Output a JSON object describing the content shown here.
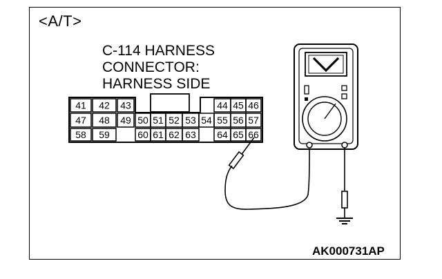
{
  "mode_label": "<A/T>",
  "connector": {
    "title_lines": [
      "C-114 HARNESS",
      "CONNECTOR:",
      "HARNESS SIDE"
    ],
    "rows": [
      [
        "41",
        "42",
        "43",
        "44",
        "45",
        "46"
      ],
      [
        "47",
        "48",
        "49",
        "50",
        "51",
        "52",
        "53",
        "54",
        "55",
        "56",
        "57"
      ],
      [
        "58",
        "59",
        "60",
        "61",
        "62",
        "63",
        "64",
        "65",
        "66"
      ]
    ],
    "probed_pin": "66"
  },
  "meter": {
    "display_icon": "voltage-v-icon",
    "ground_icon": "ground-icon"
  },
  "figure_code": "AK000731AP"
}
